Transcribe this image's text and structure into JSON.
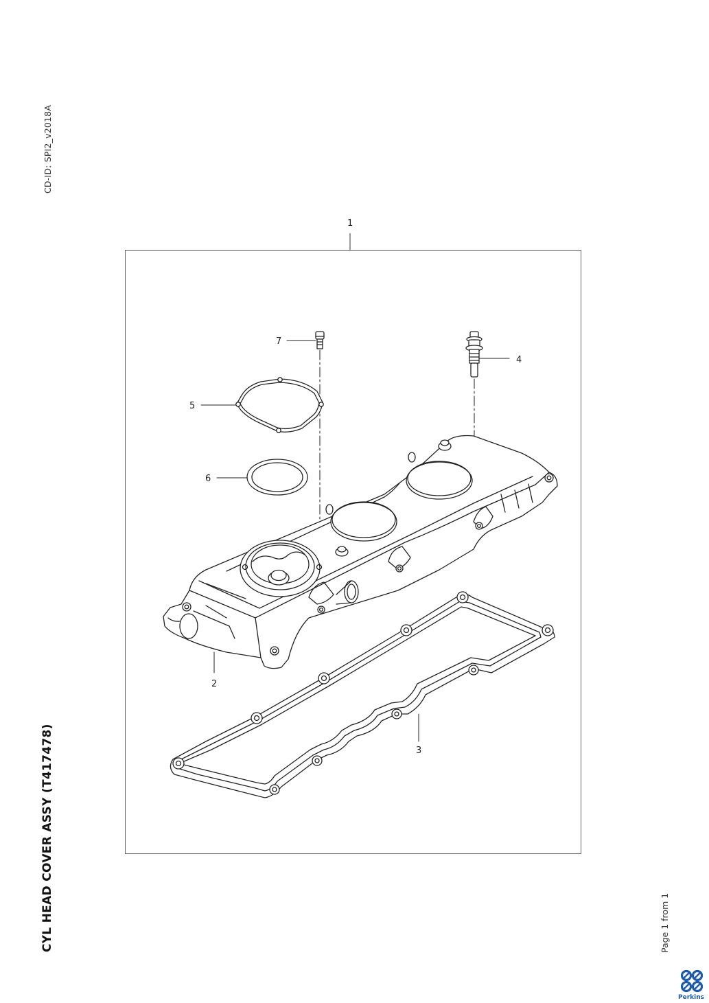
{
  "document": {
    "cd_id": "CD-ID: SPI2_v2018A",
    "title": "CYL HEAD COVER ASSY (T417478)",
    "page_info": "Page 1 from 1"
  },
  "callouts": [
    "1",
    "2",
    "3",
    "4",
    "5",
    "6",
    "7"
  ],
  "brand": {
    "name": "Perkins",
    "color": "#1f5aa8"
  }
}
